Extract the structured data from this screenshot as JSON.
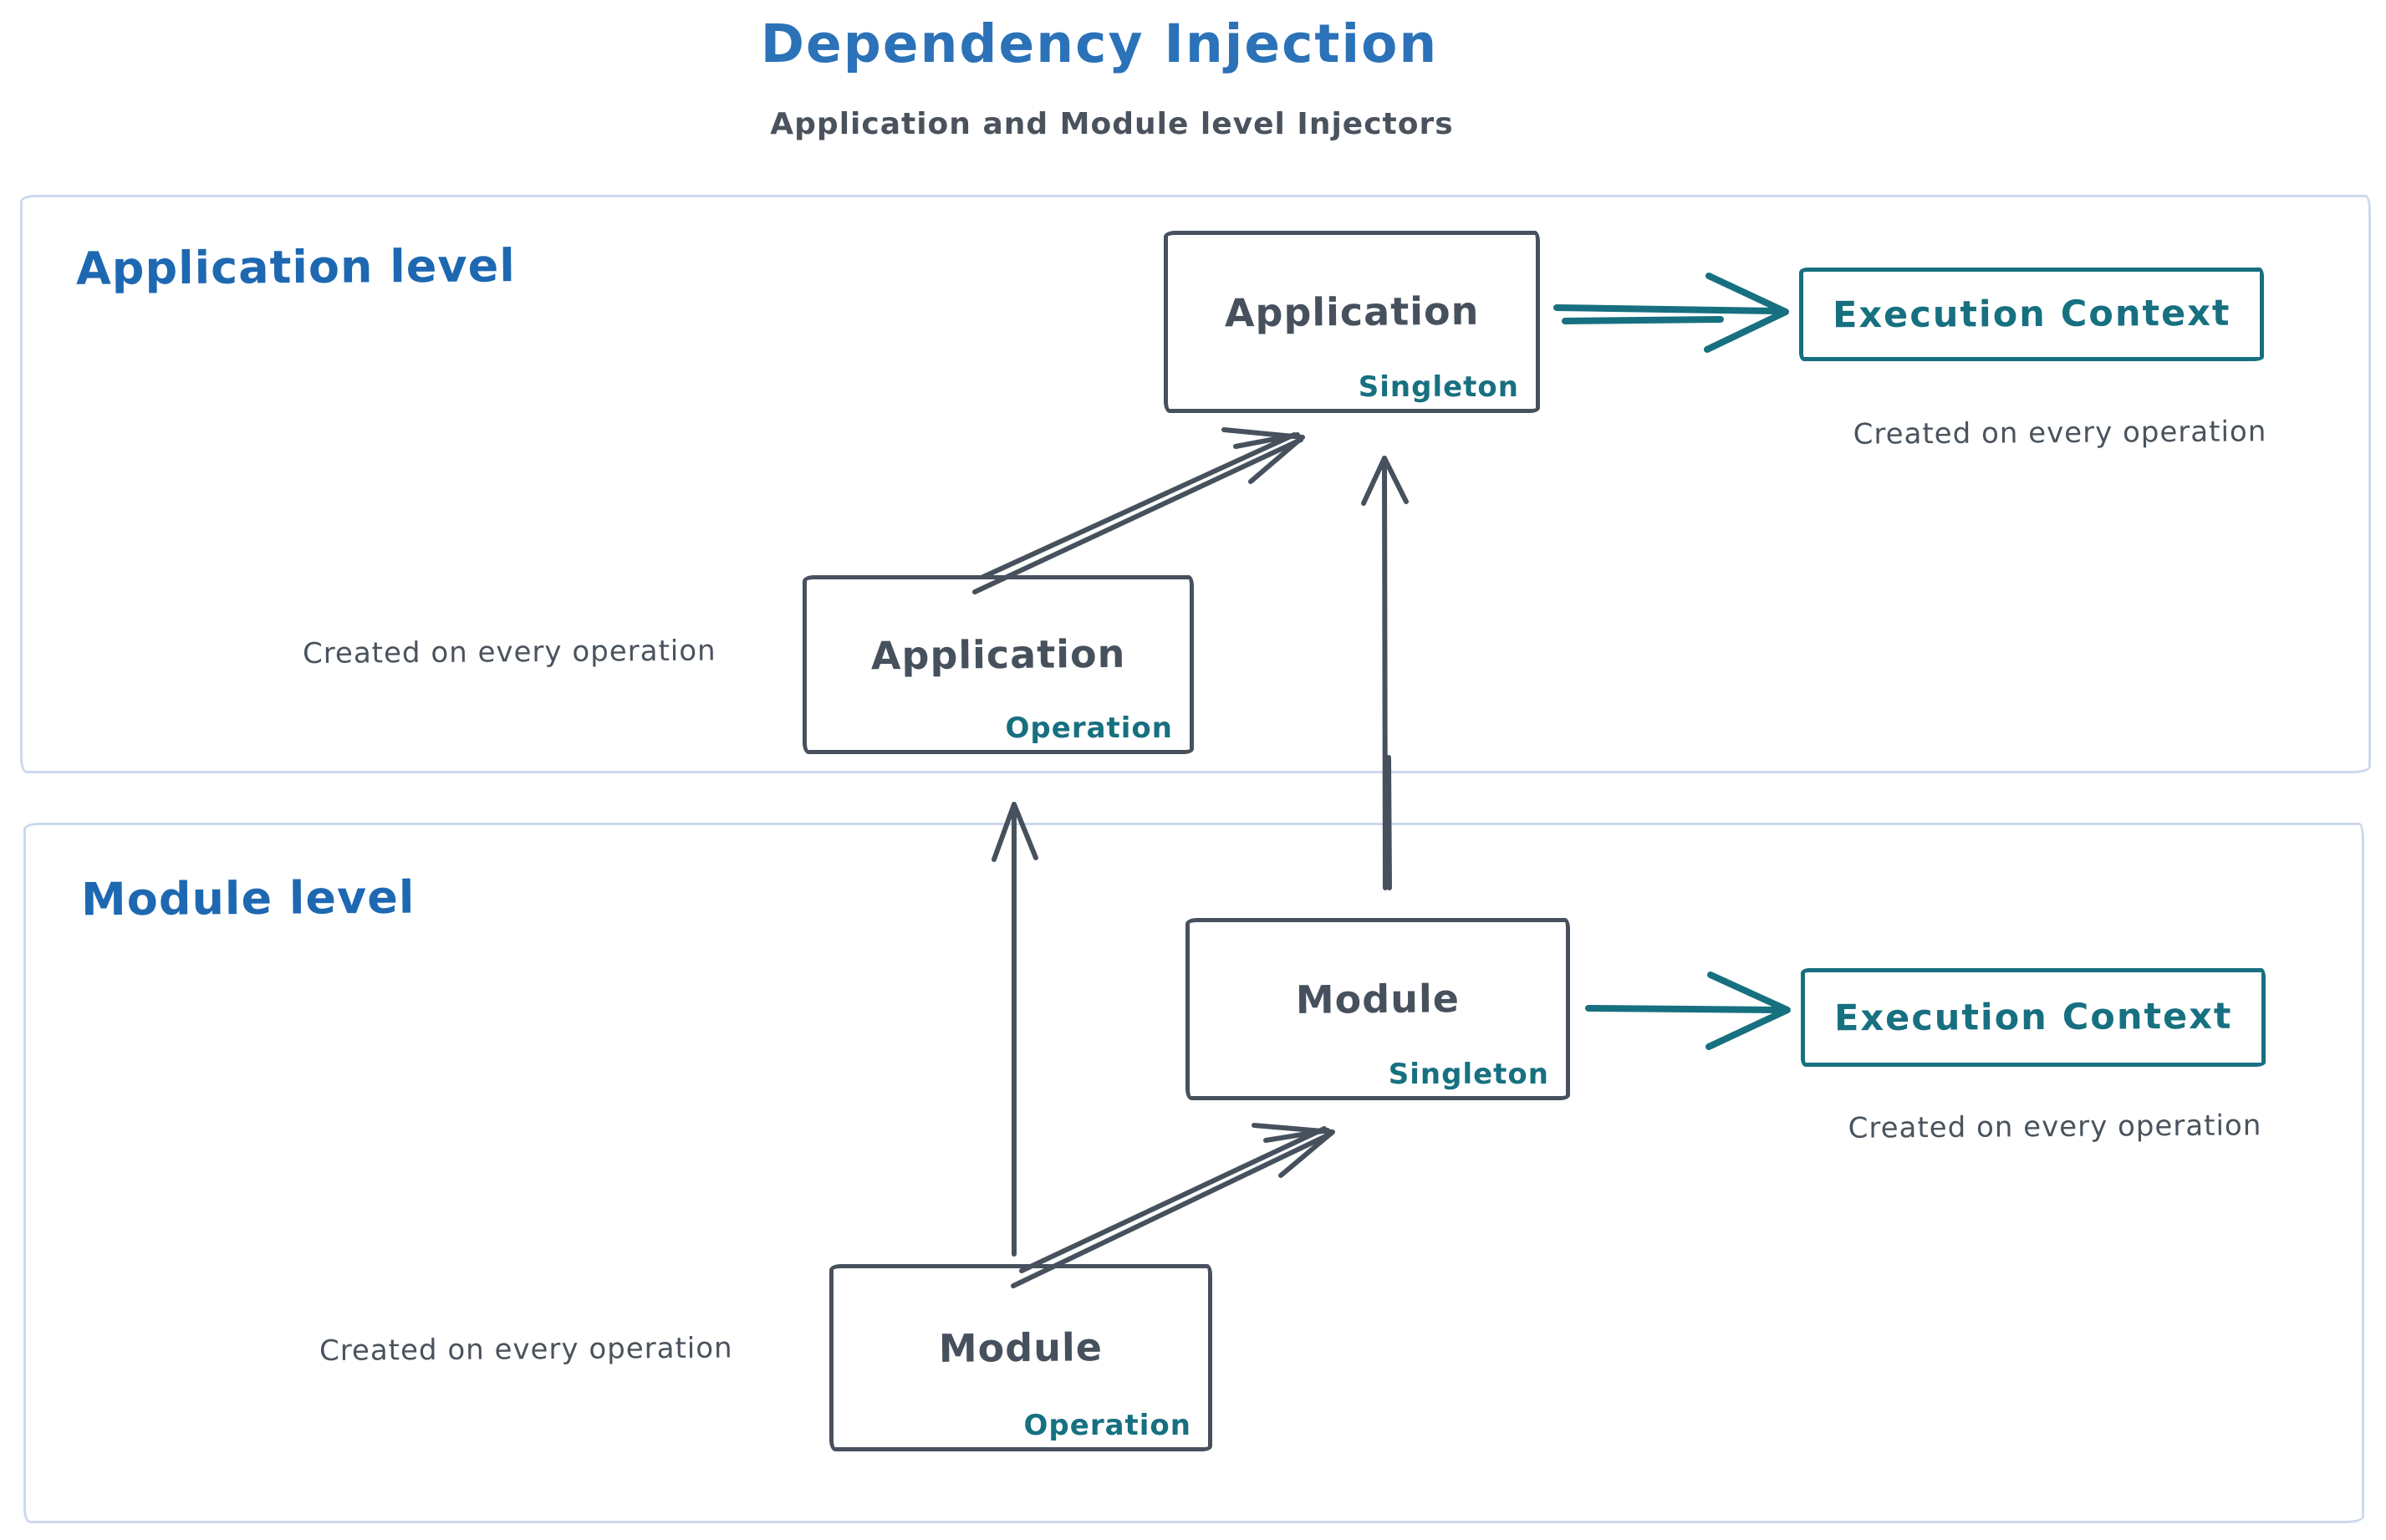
{
  "header": {
    "title": "Dependency Injection",
    "subtitle": "Application and Module level Injectors"
  },
  "frames": {
    "application": {
      "label": "Application level"
    },
    "module": {
      "label": "Module level"
    }
  },
  "nodes": {
    "app_singleton": {
      "title": "Application",
      "badge": "Singleton"
    },
    "app_operation": {
      "title": "Application",
      "badge": "Operation"
    },
    "module_singleton": {
      "title": "Module",
      "badge": "Singleton"
    },
    "module_operation": {
      "title": "Module",
      "badge": "Operation"
    }
  },
  "execution_contexts": {
    "application": {
      "label": "Execution Context",
      "caption": "Created on every operation"
    },
    "module": {
      "label": "Execution Context",
      "caption": "Created on every operation"
    }
  },
  "captions": {
    "app_operation": "Created on every operation",
    "module_operation": "Created on every operation"
  },
  "colors": {
    "title-blue": "#2b72b8",
    "label-blue": "#1e68b2",
    "teal": "#177080",
    "ink": "#47515d",
    "text-gray": "#4a535d",
    "frame-border": "#ccd9ec"
  }
}
